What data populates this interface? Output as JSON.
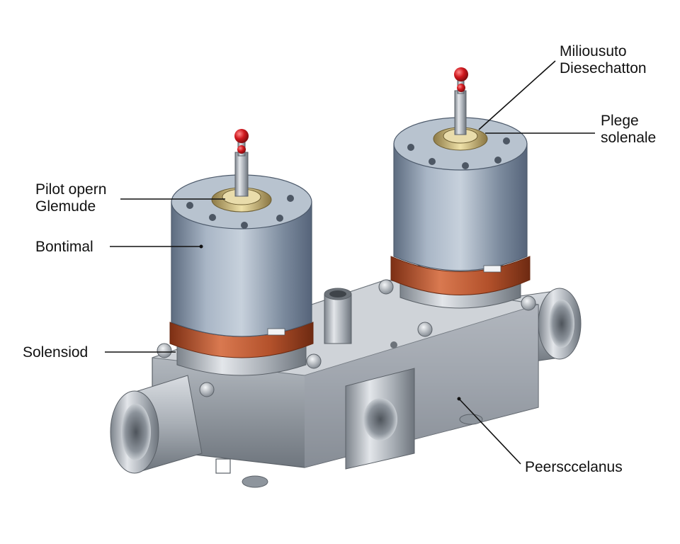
{
  "colors": {
    "background": "#ffffff",
    "metal": "#a7adb4",
    "coil_body": "#7f8fa3",
    "coil_band": "#b5552d",
    "brass": "#c9b37a",
    "cap": "#c51d22",
    "leader": "#111111"
  },
  "icons": [
    "solenoid-valve-illustration",
    "red-pilot-cap",
    "copper-coil-band",
    "pipe-port",
    "hex-bolt"
  ],
  "labels": {
    "pilot_open": {
      "line1": "Pilot opern",
      "line2": "Glemude"
    },
    "bontimal": {
      "text": "Bontimal"
    },
    "solensiod": {
      "text": "Solensiod"
    },
    "miliousuto": {
      "line1": "Miliousuto",
      "line2": "Diesechatton"
    },
    "plege": {
      "line1": "Plege",
      "line2": "solenale"
    },
    "peerscc": {
      "text": "Peersccelanus"
    }
  }
}
